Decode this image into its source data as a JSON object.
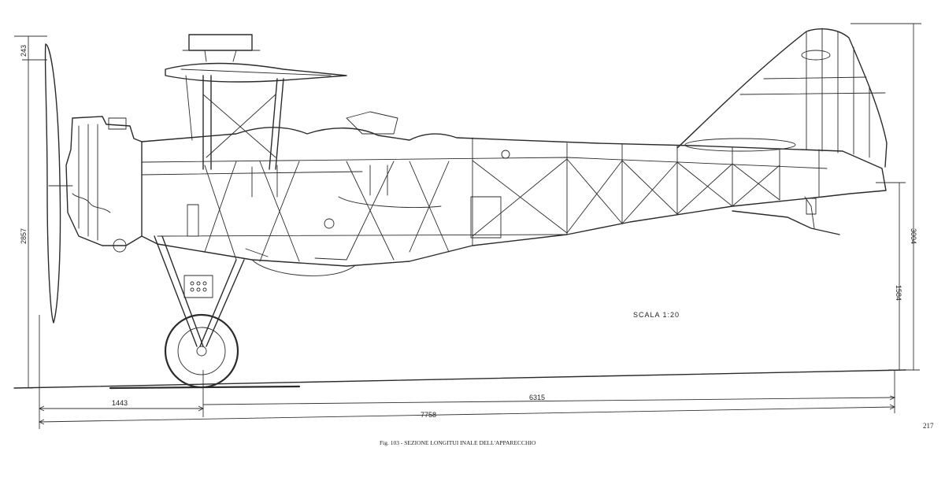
{
  "figure": {
    "caption": "Fig. 103 - SEZIONE LONGITUI INALE DELL'APPARECCHIO",
    "page_number": "217",
    "scale": "SCALA 1:20"
  },
  "dimensions": {
    "span_front": "1443",
    "span_rear": "6315",
    "overall_length": "7758",
    "height_left": "2857",
    "top_offset": "243",
    "height_right": "3004",
    "height_mid": "1584"
  }
}
